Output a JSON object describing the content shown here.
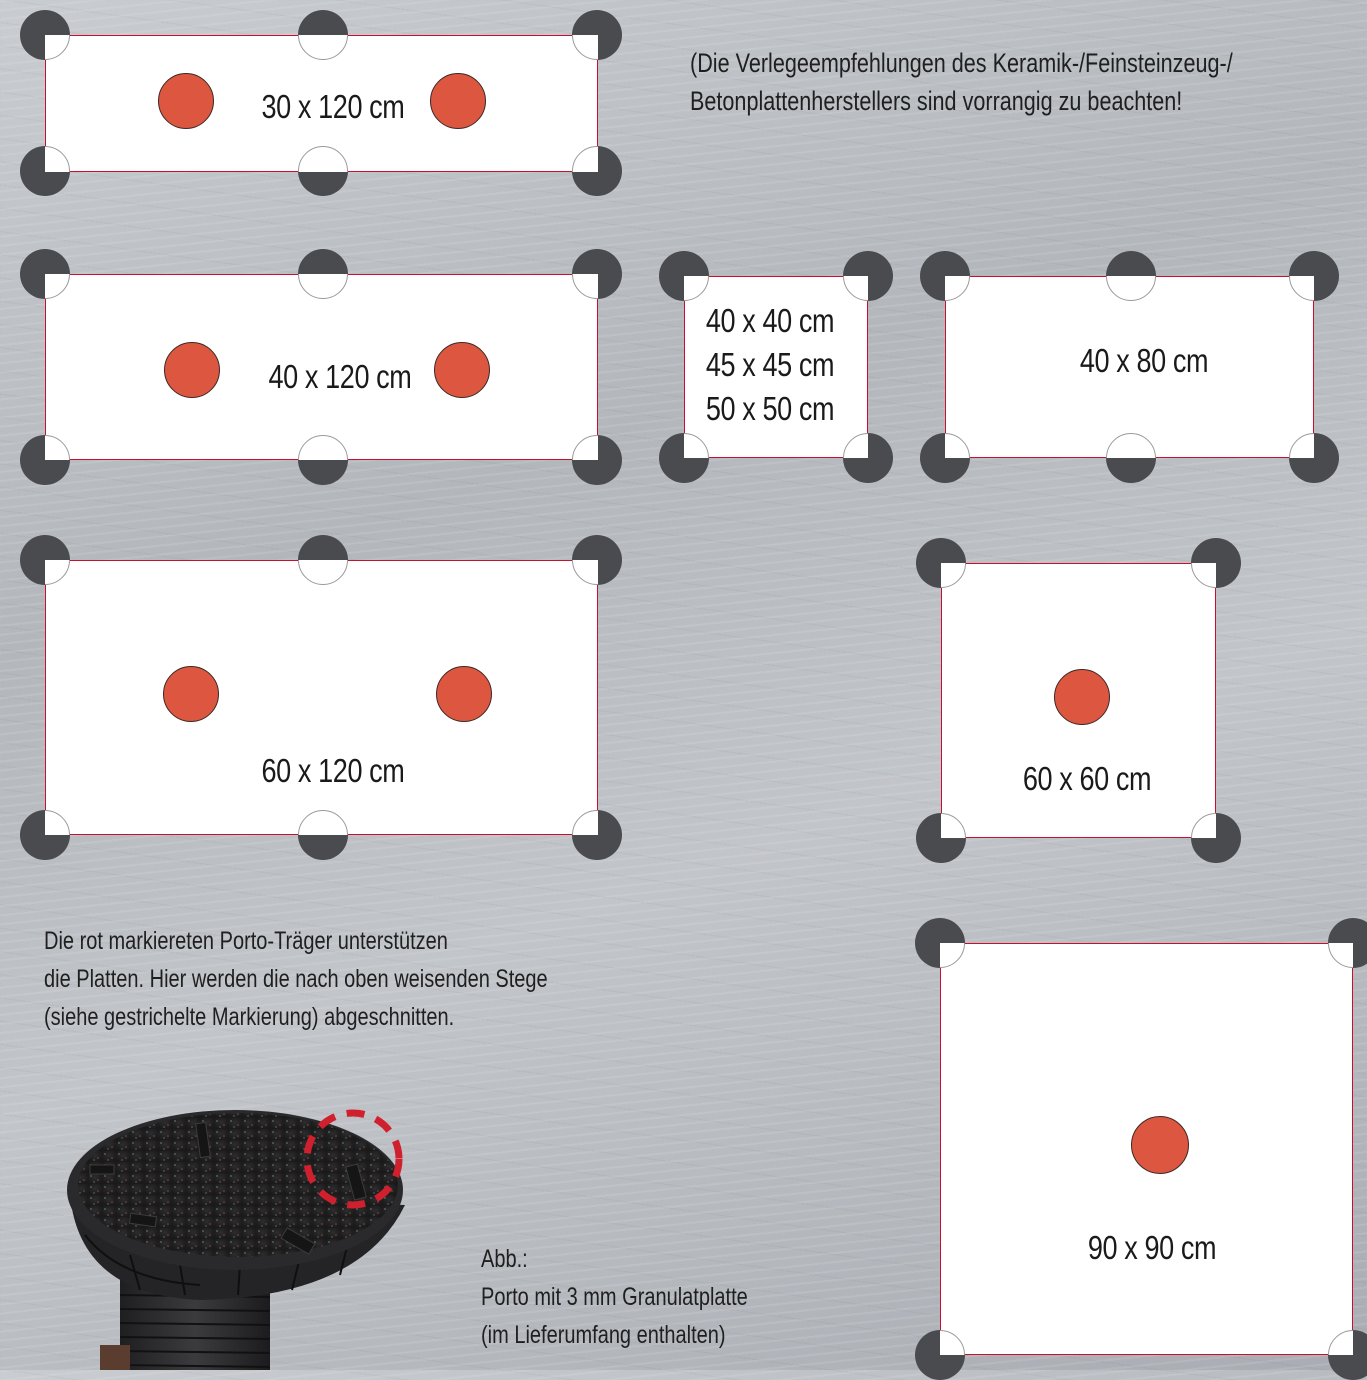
{
  "tiles": [
    {
      "id": "30x120",
      "label": "30 x 120 cm"
    },
    {
      "id": "40x120",
      "label": "40 x 120 cm"
    },
    {
      "id": "small",
      "lines": [
        "40 x 40 cm",
        "45 x 45 cm",
        "50 x 50 cm"
      ]
    },
    {
      "id": "40x80",
      "label": "40 x 80 cm"
    },
    {
      "id": "60x120",
      "label": "60 x 120 cm"
    },
    {
      "id": "60x60",
      "label": "60 x 60 cm"
    },
    {
      "id": "90x90",
      "label": "90 x 90 cm"
    }
  ],
  "note": {
    "line1": "(Die Verlegeempfehlungen des Keramik-/Feinsteinzeug-/",
    "line2": "Betonplattenherstellers sind vorrangig zu beachten!"
  },
  "description": {
    "line1": "Die rot markiereten Porto-Träger unterstützen",
    "line2": "die Platten. Hier werden die nach oben weisenden Stege",
    "line3": "(siehe gestrichelte Markierung) abgeschnitten."
  },
  "caption": {
    "line1": "Abb.:",
    "line2": "Porto mit 3 mm Granulatplatte",
    "line3": "(im Lieferumfang enthalten)"
  },
  "colors": {
    "support": "#4a4b4e",
    "red_support": "#dd5640",
    "tile_border": "#c8102e",
    "dashed_marker": "#d0202e"
  }
}
